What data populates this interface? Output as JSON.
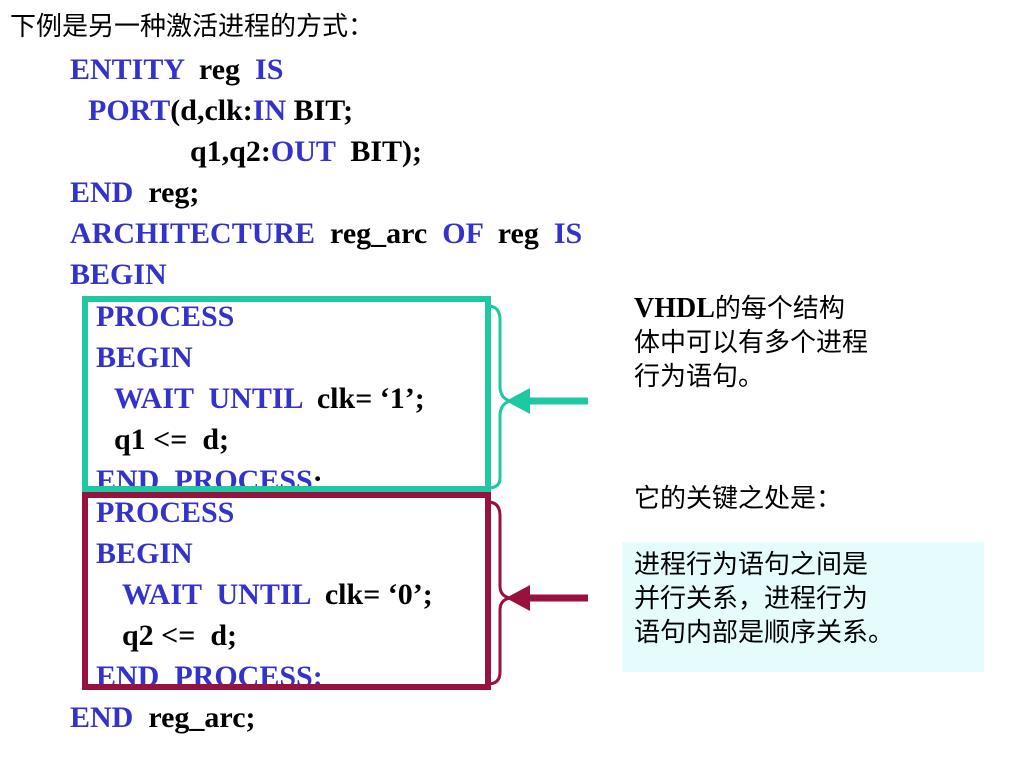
{
  "slide": {
    "title": "下例是另一种激活进程的方式：",
    "colors": {
      "keyword": "#3333cc",
      "green_box": "#1ec8a0",
      "red_box": "#99113d",
      "highlight_bg": "#e6fcfc"
    }
  },
  "code": {
    "l1": {
      "kw1": "ENTITY",
      "t1": "  reg  ",
      "kw2": "IS"
    },
    "l2": {
      "kw1": "PORT",
      "t1": "(d,clk:",
      "kw2": "IN",
      "t2": " BIT;"
    },
    "l3": {
      "t1": "q1,q2:",
      "kw1": "OUT",
      "t2": "  BIT);"
    },
    "l4": {
      "kw1": "END",
      "t1": "  reg;"
    },
    "l5": {
      "kw1": "ARCHITECTURE",
      "t1": "  reg_arc  ",
      "kw2": "OF",
      "t2": "  reg  ",
      "kw3": "IS"
    },
    "l6": {
      "kw1": "BEGIN"
    },
    "p1": {
      "process": "PROCESS",
      "begin": "BEGIN",
      "wait": {
        "kw1": "WAIT  UNTIL",
        "t1": "  clk= ‘1’;"
      },
      "assign": "q1 <=  d;",
      "end": {
        "kw1": "END  PROCESS",
        "t1": ";"
      }
    },
    "p2": {
      "process": "PROCESS",
      "begin": "BEGIN",
      "wait": {
        "kw1": "WAIT  UNTIL",
        "t1": "  clk= ‘0’;"
      },
      "assign": "q2 <=  d;",
      "end": {
        "kw1": "END  PROCESS:"
      }
    },
    "last": {
      "kw1": "END",
      "t1": "  reg_arc;"
    }
  },
  "notes": {
    "note1": {
      "latin": "VHDL",
      "rest": "的每个结构",
      "line2": "体中可以有多个进程",
      "line3": "行为语句。"
    },
    "note2": "它的关键之处是：",
    "note3": {
      "line1": "进程行为语句之间是",
      "line2": "并行关系，进程行为",
      "line3": "语句内部是顺序关系。"
    }
  }
}
